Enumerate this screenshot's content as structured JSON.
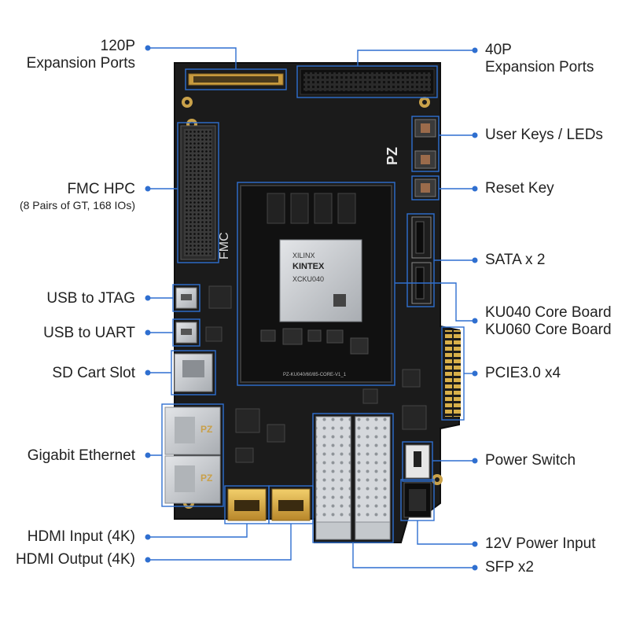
{
  "labels": {
    "p120": {
      "line1": "120P",
      "line2": "Expansion Ports"
    },
    "p40": {
      "line1": "40P",
      "line2": "Expansion Ports"
    },
    "fmc": {
      "line1": "FMC HPC",
      "line2": "(8 Pairs of GT, 168 IOs)"
    },
    "usb_jtag": "USB to JTAG",
    "usb_uart": "USB to UART",
    "sd": "SD Cart Slot",
    "ethernet": "Gigabit Ethernet",
    "hdmi_in": "HDMI Input (4K)",
    "hdmi_out": "HDMI Output (4K)",
    "user_keys": "User Keys / LEDs",
    "reset": "Reset Key",
    "sata": "SATA x 2",
    "core": {
      "line1": "KU040 Core Board",
      "line2": "KU060 Core Board"
    },
    "pcie": "PCIE3.0 x4",
    "power_switch": "Power Switch",
    "power_input": "12V Power Input",
    "sfp": "SFP x2"
  },
  "board_text": {
    "fmc_silk": "FMC",
    "brand": "PZ",
    "chip_brand": "XILINX",
    "chip_family": "KINTEX",
    "chip_part": "XCKU040",
    "core_silk": "PZ-KU040/60/85-CORE-V1_1"
  },
  "colors": {
    "accent": "#2f6fd0",
    "pcb": "#1b1b1b",
    "gold": "#d8b04a",
    "silver": "#c9ccd0"
  }
}
